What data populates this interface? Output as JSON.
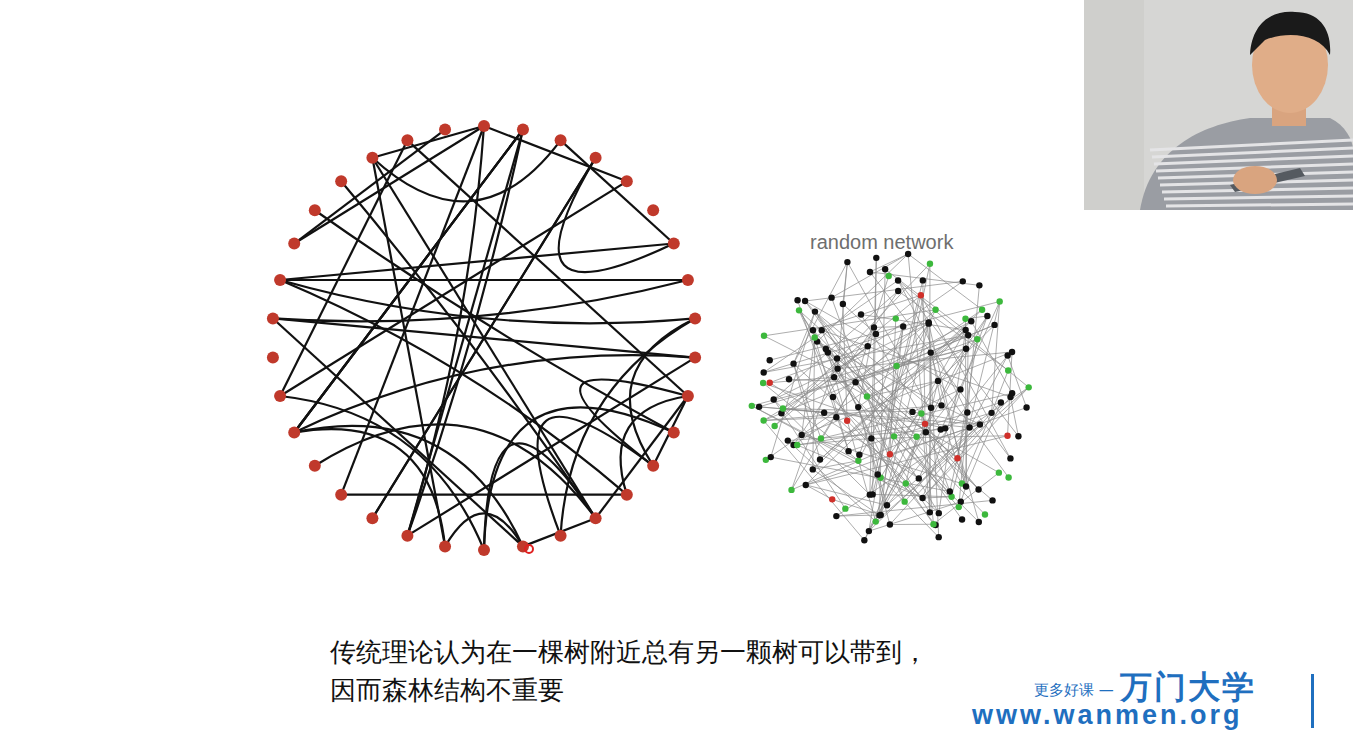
{
  "diagram": {
    "labels": [
      "random network",
      "传统理论认为在一棵树附近总有另一颗树可以带到，",
      "因而森林结构不重要",
      "更多好课 —",
      "万门大学",
      "www.wanmen.org"
    ]
  }
}
